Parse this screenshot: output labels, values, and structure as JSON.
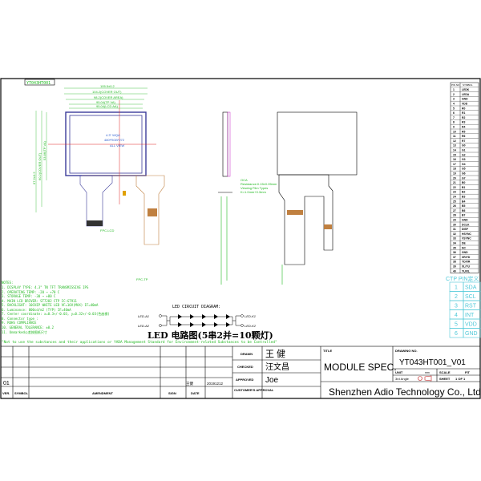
{
  "header_tag": "YT043HT001",
  "front_view": {
    "dims": [
      "105.5±0.2",
      "104.2(COVER OUT)",
      "98.2(COVER AREA)",
      "95.04(TP VA)",
      "95.04(LCD AA)"
    ],
    "side_dims": [
      "67.2±0.2",
      "60.2(COVER OUT)",
      "53.86(TP VA)"
    ],
    "center_text": [
      "4.3\" WQA",
      "480*RGB*272",
      "ALL VIEW"
    ]
  },
  "fpc_labels": [
    "FPC-LCD",
    "FPC-TP"
  ],
  "fpc_note": [
    "OCA",
    "Resistance:0.15±0.05mm",
    "Viewing Film Types",
    "K=1.0mm+0.3mm"
  ],
  "notes": {
    "title": "NOTES:",
    "items": [
      "1. DISPLAY TYPE: 4.3\" TN TFT TRANSMISSIVE IPS",
      "2. OPERATING TEMP: -20 ~ +70 C",
      "3. STORAGE TEMP: -30 ~ +80 C",
      "4. MAIN LCD DRIVER: ST7282 CTP IC:GT911",
      "5. BACKLIGHT: 10CHIP WHITE LED VF=16V(MAX) IF=40mA",
      "6. Luminance: 800cd/m2 (TYP) IF=40mA",
      "7. Center coordinate: x=0.3+/-0.03, y=0.32+/-0.03(色座標)",
      "8. Connector type :",
      "9. ROHS COMPLIANCE",
      "10. GENERAL TOLERANCE: ±0.2",
      "11. Unmarked公差按图纸尺寸"
    ],
    "rohs": "\"Not to use the substances and their applications or YADA Management Standard for Environment-related Substances to be Controlled\""
  },
  "led_circuit": {
    "title": "LED CIRCUIT DIAGRAM:",
    "left_labels": [
      "LED-A1",
      "LED-A2"
    ],
    "right_labels": [
      "LED-K1",
      "LED-K2"
    ],
    "caption": "LED 电路图(5串2并=10颗灯)"
  },
  "pin_table": {
    "headers": [
      "PIN NO",
      "SYMBOL"
    ],
    "rows": [
      [
        "1",
        "LEDK"
      ],
      [
        "2",
        "LEDA"
      ],
      [
        "3",
        "GND"
      ],
      [
        "4",
        "VDD"
      ],
      [
        "5",
        "R0"
      ],
      [
        "6",
        "R1"
      ],
      [
        "7",
        "R2"
      ],
      [
        "8",
        "R3"
      ],
      [
        "9",
        "R4"
      ],
      [
        "10",
        "R5"
      ],
      [
        "11",
        "R6"
      ],
      [
        "12",
        "R7"
      ],
      [
        "13",
        "G0"
      ],
      [
        "14",
        "G1"
      ],
      [
        "15",
        "G2"
      ],
      [
        "16",
        "G3"
      ],
      [
        "17",
        "G4"
      ],
      [
        "18",
        "G5"
      ],
      [
        "19",
        "G6"
      ],
      [
        "20",
        "G7"
      ],
      [
        "21",
        "B0"
      ],
      [
        "22",
        "B1"
      ],
      [
        "23",
        "B2"
      ],
      [
        "24",
        "B3"
      ],
      [
        "25",
        "B4"
      ],
      [
        "26",
        "B5"
      ],
      [
        "27",
        "B6"
      ],
      [
        "28",
        "B7"
      ],
      [
        "29",
        "GND"
      ],
      [
        "30",
        "DCLK"
      ],
      [
        "31",
        "DISP"
      ],
      [
        "32",
        "HSYNC"
      ],
      [
        "33",
        "VSYNC"
      ],
      [
        "34",
        "DE"
      ],
      [
        "35",
        "NC"
      ],
      [
        "36",
        "GND"
      ],
      [
        "37",
        "XR/YD"
      ],
      [
        "38",
        "YD/XR"
      ],
      [
        "39",
        "XL/YU"
      ],
      [
        "40",
        "YU/XL"
      ]
    ]
  },
  "ctp_pin": {
    "title": "CTP PIN定义",
    "rows": [
      [
        "1",
        "SDA"
      ],
      [
        "2",
        "SCL"
      ],
      [
        "3",
        "RST"
      ],
      [
        "4",
        "INT"
      ],
      [
        "5",
        "VDD"
      ],
      [
        "6",
        "GND"
      ]
    ]
  },
  "title_block": {
    "drawn_label": "DRAWN",
    "drawn": "王 健",
    "checked_label": "CHECKED",
    "checked": "汪文昌",
    "approved_label": "APPROVED",
    "approved": "Joe",
    "title_label": "TITLE",
    "title": "MODULE SPEC.",
    "drawing_no_label": "DRAWING NO.",
    "drawing_no": "YT043HT001_V01",
    "unit_label": "UNIT",
    "unit": "mm",
    "scale_label": "SCALE",
    "scale": "FIT",
    "angle": "3rd Angle",
    "sheet_label": "SHEET",
    "sheet": "1 OF 1",
    "company": "Shenzhen Adio Technology Co., Ltd",
    "customer_label": "CUSTOMER'S APPROVAL",
    "rev_headers": [
      "VER.",
      "SYMBOL",
      "AMENDMENT",
      "SIGN",
      "DATE"
    ],
    "rev_row": {
      "ver": "01",
      "sign": "王健",
      "date": "20191212"
    }
  },
  "colors": {
    "outline": "#000000",
    "dimension": "#22b822",
    "panel": "#3b3b9a",
    "center": "#e02020",
    "fpc": "#c08040",
    "ctp": "#4ec8d8"
  }
}
